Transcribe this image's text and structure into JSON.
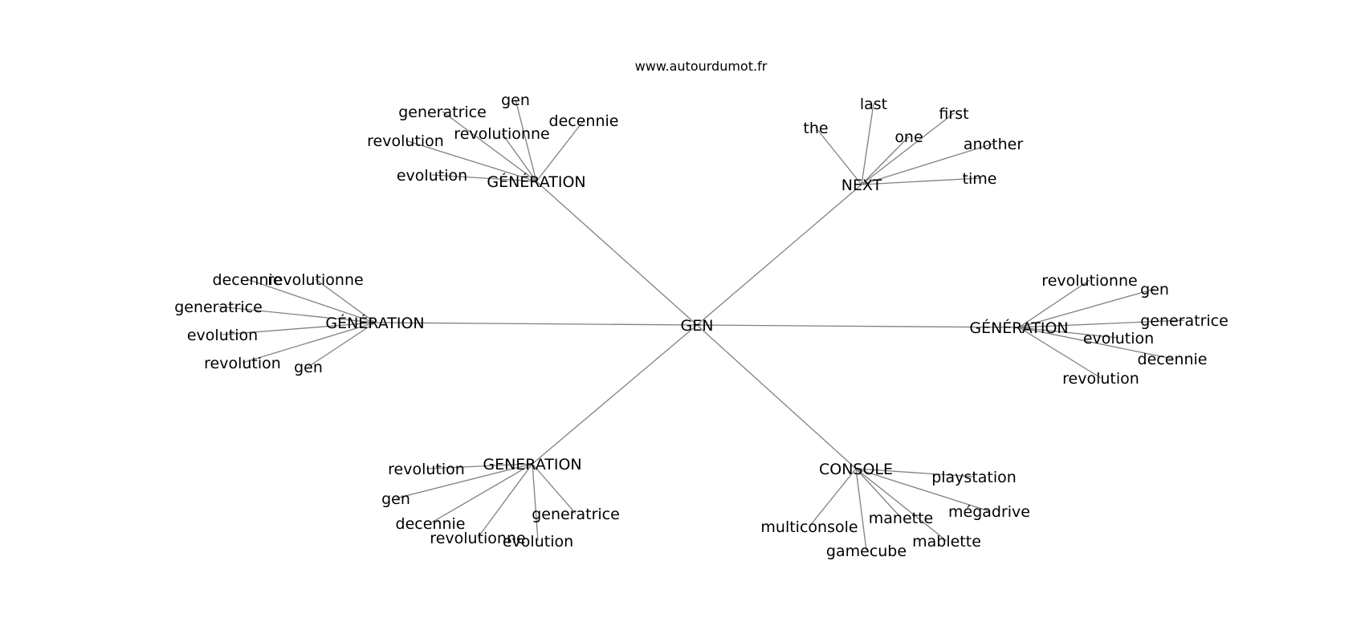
{
  "credit": "www.autourdumot.fr",
  "graph": {
    "center": "GEN",
    "clusters": [
      {
        "hub": "GÉNÉRATION",
        "words": [
          "evolution",
          "revolution",
          "generatrice",
          "gen",
          "revolutionne",
          "decennie"
        ]
      },
      {
        "hub": "NEXT",
        "words": [
          "the",
          "last",
          "one",
          "first",
          "another",
          "time"
        ]
      },
      {
        "hub": "GÉNÉRATION",
        "words": [
          "decennie",
          "revolutionne",
          "generatrice",
          "evolution",
          "revolution",
          "gen"
        ]
      },
      {
        "hub": "GÉNÉRATION",
        "words": [
          "revolutionne",
          "gen",
          "generatrice",
          "evolution",
          "decennie",
          "revolution"
        ]
      },
      {
        "hub": "GENERATION",
        "words": [
          "revolution",
          "gen",
          "decennie",
          "revolutionne",
          "evolution",
          "generatrice"
        ]
      },
      {
        "hub": "CONSOLE",
        "words": [
          "playstation",
          "mégadrive",
          "mablette",
          "manette",
          "gamecube",
          "multiconsole"
        ]
      }
    ]
  }
}
